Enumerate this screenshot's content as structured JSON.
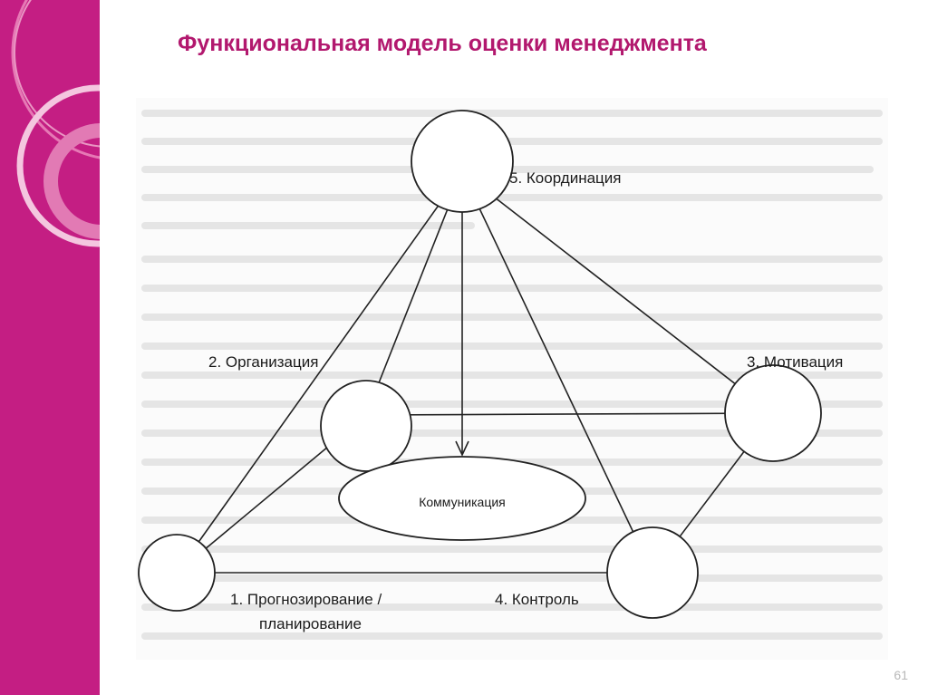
{
  "slide": {
    "title": "Функциональная модель оценки менеджмента",
    "page_number": "61"
  },
  "diagram": {
    "nodes": {
      "coordination": "5. Координация",
      "organization": "2. Организация",
      "motivation": "3. Мотивация",
      "communication": "Коммуникация",
      "forecasting_line1": "1. Прогнозирование /",
      "forecasting_line2": "планирование",
      "control": "4. Контроль"
    }
  },
  "colors": {
    "sidebar": "#c41e83",
    "title": "#b2186e",
    "diagram_stroke": "#222222"
  }
}
